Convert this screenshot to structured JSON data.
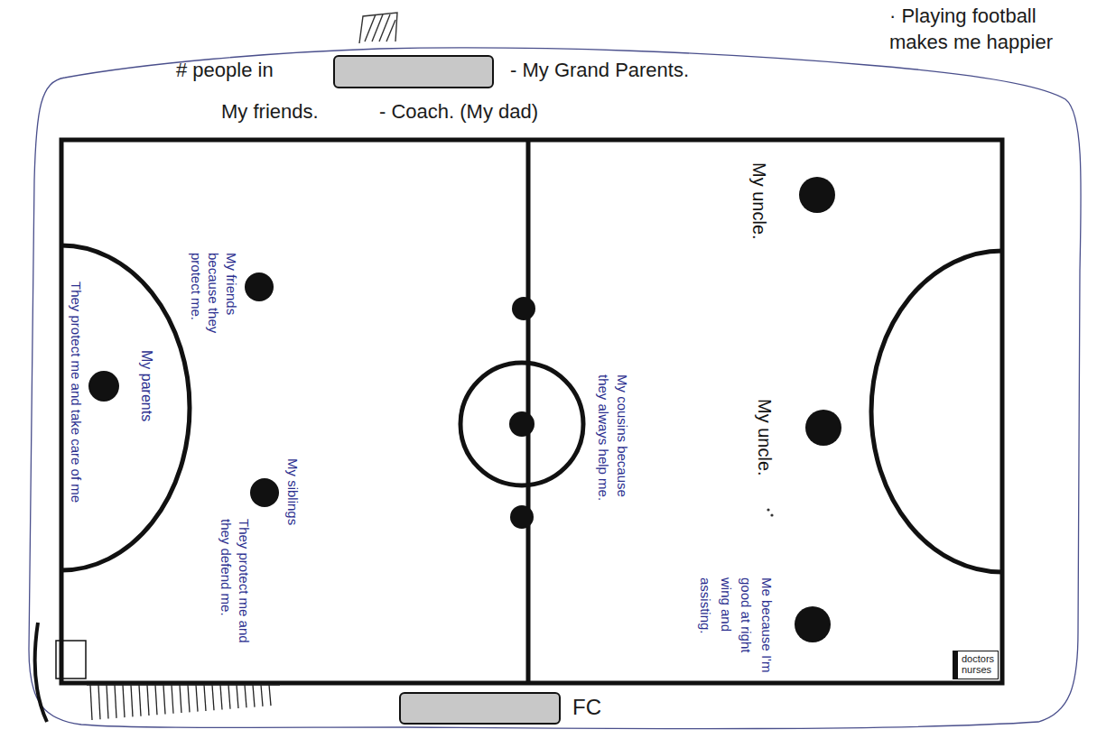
{
  "diagram": {
    "nodes": [
      {
        "text": [
          "doctors nurses"
        ]
      }
    ],
    "labels": [
      "· Playing football makes me happier",
      "# people in",
      "- My Grand Parents.",
      "My friends.",
      "- Coach. (My dad)",
      "My parents",
      "They protect me and take care of me",
      "My friends because they protect me.",
      "My siblings",
      "They protect me and they defend me.",
      "My cousins because they always help me.",
      "My uncle.",
      "My uncle.",
      "Me because I'm good at right wing and assisting.",
      "FC"
    ]
  }
}
